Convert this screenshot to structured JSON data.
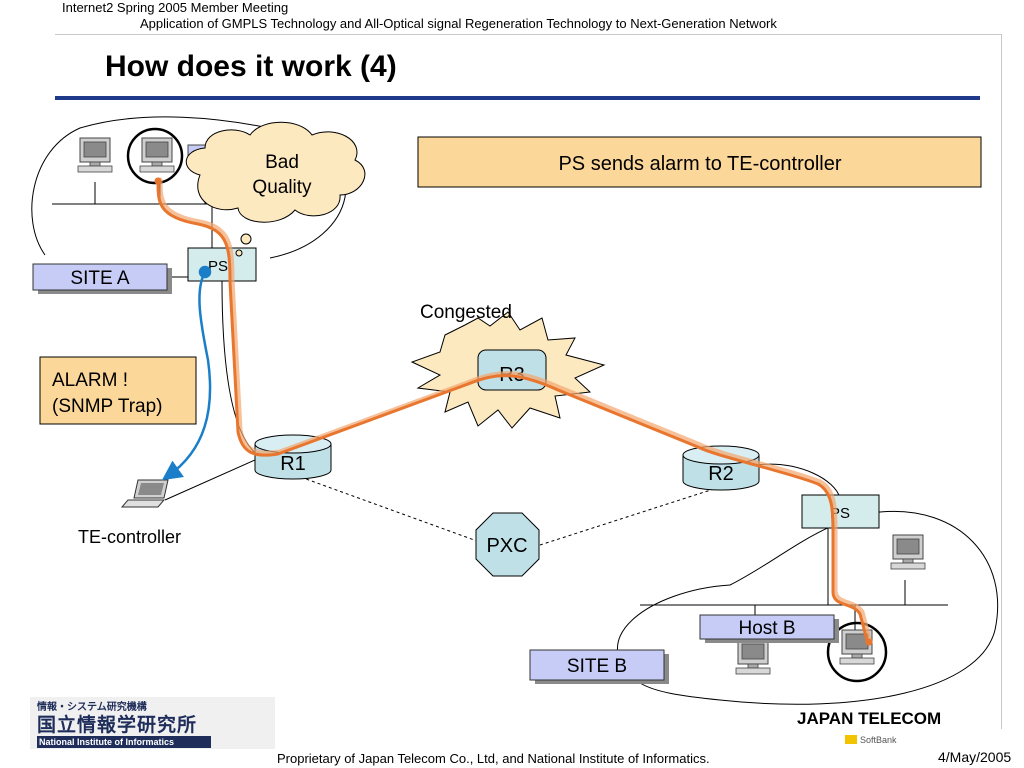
{
  "header": {
    "event": "Internet2 Spring 2005 Member Meeting",
    "subtitle": "Application of GMPLS Technology and All-Optical signal Regeneration Technology to Next-Generation Network"
  },
  "slide": {
    "title": "How does it work (4)"
  },
  "callouts": {
    "info_box": "PS sends alarm to TE-controller",
    "alarm_line1": "ALARM !",
    "alarm_line2": "(SNMP Trap)",
    "bad_quality_line1": "Bad",
    "bad_quality_line2": "Quality",
    "congested": "Congested"
  },
  "nodes": {
    "site_a": "SITE A",
    "site_b": "SITE B",
    "host_b": "Host B",
    "ps_a": "PS",
    "ps_b": "PS",
    "r1": "R1",
    "r2": "R2",
    "r3": "R3",
    "pxc": "PXC",
    "te_controller": "TE-controller"
  },
  "colors": {
    "path_orange": "#ee8a4a",
    "alarm_blue": "#1a7fc8",
    "callout_fill": "#fbd79a",
    "site_label_fill": "#c6ccf5",
    "ps_fill": "#d4ecec",
    "router_fill": "#bfe0e6",
    "burst_fill": "#fde9c0",
    "title_rule": "#1f3a8a"
  },
  "footer": {
    "proprietary": "Proprietary of Japan Telecom Co., Ltd, and National Institute of Informatics.",
    "date": "4/May/2005",
    "nii_small": "情報・システム研究機構",
    "nii_big": "国立情報学研究所",
    "nii_en": "National Institute of Informatics",
    "jt_logo": "JAPAN TELECOM",
    "softbank": "SoftBank"
  }
}
